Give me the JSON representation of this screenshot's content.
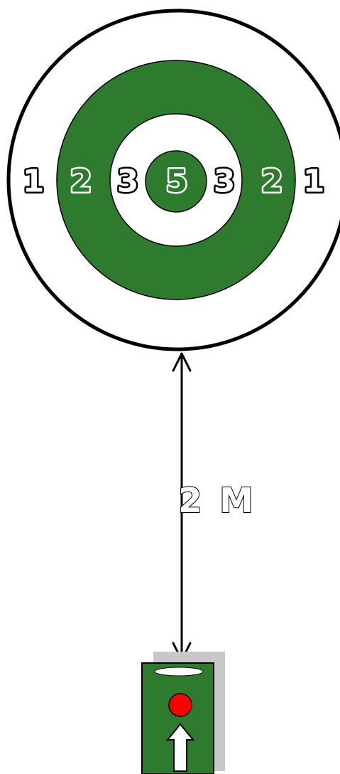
{
  "target": {
    "ring_scores": [
      "1",
      "2",
      "3",
      "5",
      "3",
      "2",
      "1"
    ],
    "colors": {
      "outer_ring": "#ffffff",
      "ring_2": "#2e7a2e",
      "ring_3": "#ffffff",
      "bullseye": "#2e7a2e",
      "outline": "#000000"
    }
  },
  "distance": {
    "label": "2 M"
  },
  "mat": {
    "colors": {
      "mat": "#2e7a2e",
      "shadow": "#c8c8c8",
      "ball": "#ff0000",
      "arrow": "#ffffff",
      "hole": "#ffffff"
    },
    "arrow_icon": "up-arrow-icon"
  }
}
